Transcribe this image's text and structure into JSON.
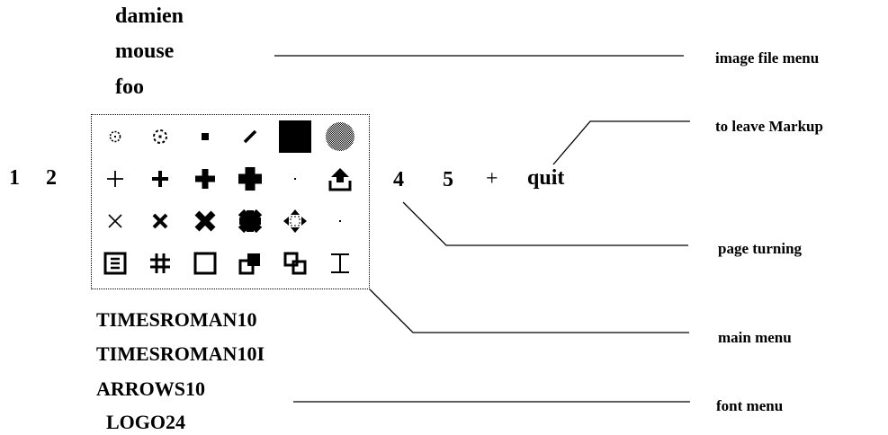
{
  "image_file_menu": {
    "items": [
      "damien",
      "mouse",
      "foo"
    ]
  },
  "page_numbers_left": [
    "1",
    "2"
  ],
  "page_controls": {
    "p4": "4",
    "p5": "5",
    "plus": "+",
    "quit": "quit"
  },
  "font_menu": {
    "items": [
      "TIMESROMAN10",
      "TIMESROMAN10I",
      "ARROWS10",
      "LOGO24"
    ]
  },
  "annotations": {
    "image_file_menu": "image file menu",
    "leave_markup": "to leave Markup",
    "page_turning": "page turning",
    "main_menu": "main menu",
    "font_menu": "font menu"
  },
  "main_menu_tools": [
    [
      "dot-ring-small-icon",
      "dot-ring-large-icon",
      "square-dot-icon",
      "diagonal-stroke-icon",
      "solid-square-icon",
      "gray-circle-icon"
    ],
    [
      "plus-thin-icon",
      "plus-medium-icon",
      "plus-bold-icon",
      "plus-heavy-icon",
      "tiny-dot-icon",
      "upload-arrow-icon"
    ],
    [
      "cross-thin-icon",
      "cross-medium-icon",
      "cross-bold-icon",
      "splat-icon",
      "four-arrows-icon",
      "tiny-dot-icon"
    ],
    [
      "boxed-text-icon",
      "hash-icon",
      "square-outline-icon",
      "overlap-squares-icon",
      "linked-squares-icon",
      "i-beam-icon"
    ]
  ]
}
